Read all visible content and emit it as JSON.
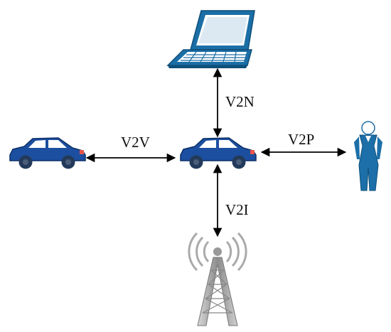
{
  "links": {
    "v2v": "V2V",
    "v2n": "V2N",
    "v2p": "V2P",
    "v2i": "V2I"
  },
  "nodes": {
    "center_vehicle": "vehicle-icon",
    "left_vehicle": "vehicle-icon",
    "network": "laptop-icon",
    "pedestrian": "pedestrian-icon",
    "infrastructure": "cell-tower-icon"
  },
  "colors": {
    "car_body": "#1c4fa0",
    "laptop": "#1b6ea6",
    "pedestrian": "#1c6fa8",
    "tower": "#9a9a9a",
    "arrow": "#000000"
  }
}
